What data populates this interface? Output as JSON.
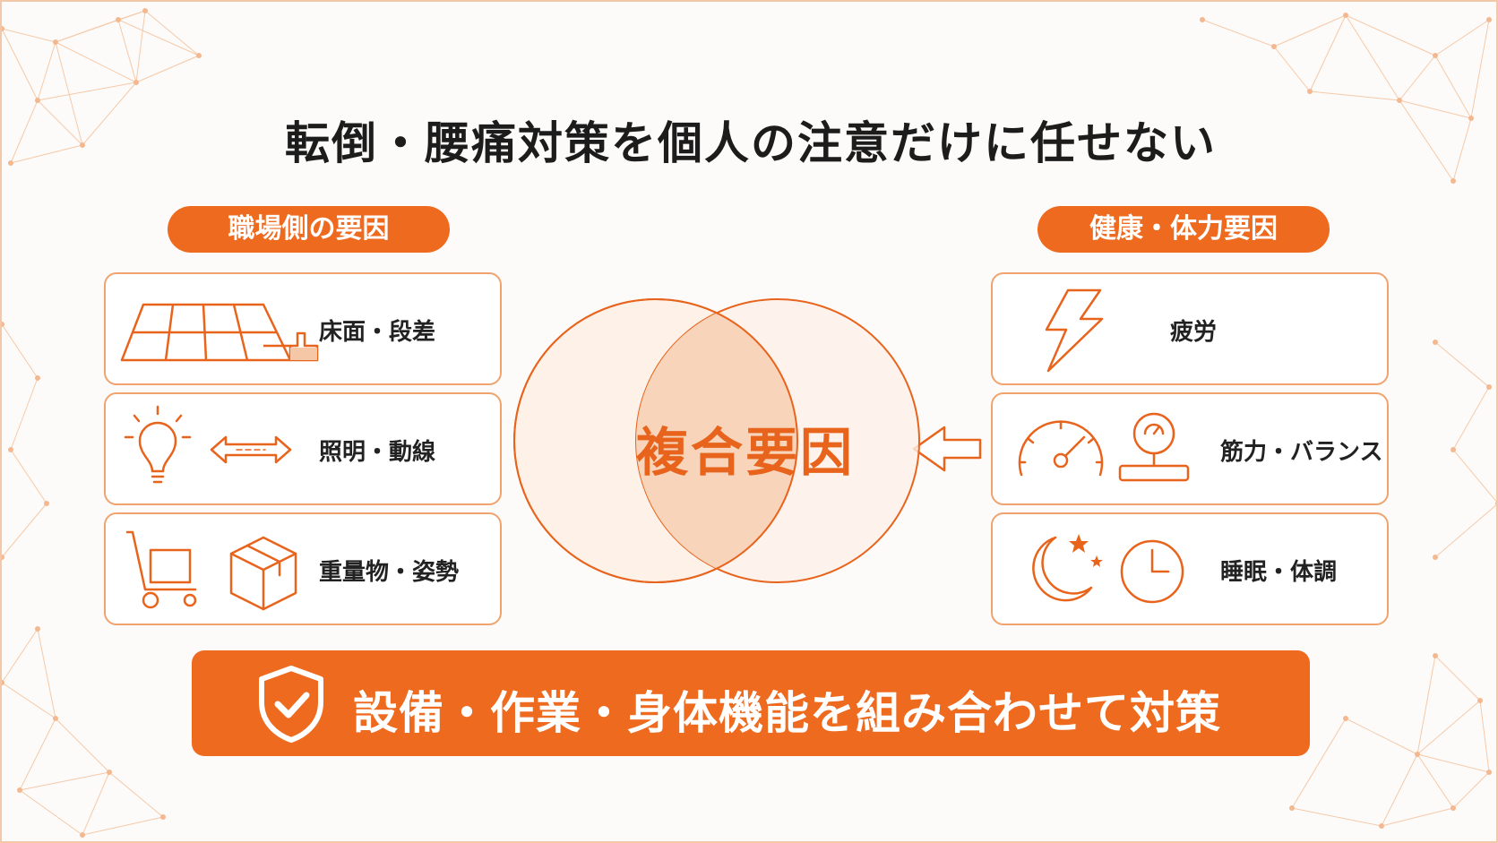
{
  "title": "転倒・腰痛対策を個人の注意だけに任せない",
  "left_group": {
    "label": "職場側の要因",
    "items": [
      {
        "label": "床面・段差",
        "icon": "floor-tiles-step-icon"
      },
      {
        "label": "照明・動線",
        "icon": "lightbulb-arrow-icon"
      },
      {
        "label": "重量物・姿勢",
        "icon": "hand-truck-box-icon"
      }
    ]
  },
  "right_group": {
    "label": "健康・体力要因",
    "items": [
      {
        "label": "疲労",
        "icon": "lightning-bolt-icon"
      },
      {
        "label": "筋力・バランス",
        "icon": "gauge-scale-icon"
      },
      {
        "label": "睡眠・体調",
        "icon": "moon-clock-icon"
      }
    ]
  },
  "center": {
    "label": "複合要因"
  },
  "banner": {
    "label": "設備・作業・身体機能を組み合わせて対策",
    "icon": "shield-check-icon"
  },
  "colors": {
    "accent": "#ee6a1f",
    "border": "#f0a36f",
    "text": "#1c1c1c",
    "background": "#fdfbf9"
  }
}
